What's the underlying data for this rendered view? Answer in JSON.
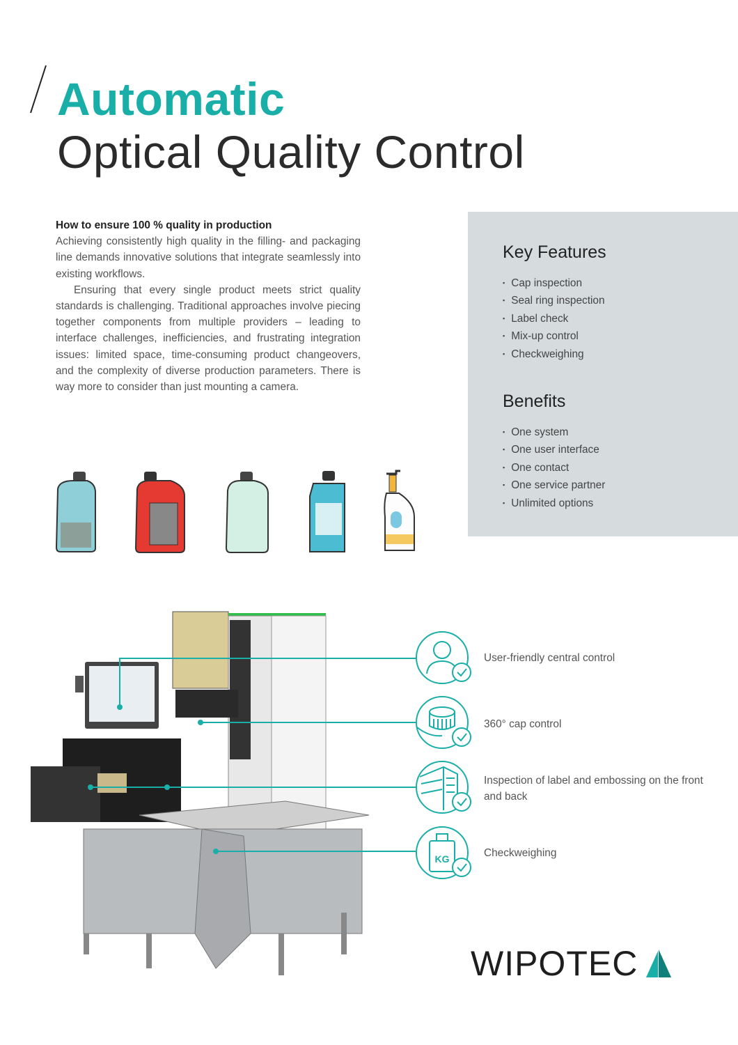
{
  "header": {
    "title_line1": "Automatic",
    "title_line2": "Optical Quality Control"
  },
  "intro": {
    "heading": "How to ensure 100 % quality in production",
    "para1": "Achieving consistently high quality in the filling- and packaging line demands innovative solutions that integrate seamlessly into existing workflows.",
    "para2": "Ensuring that every single product meets strict quality standards is challenging. Traditional approaches involve piecing together components from multiple providers – leading to interface challenges, inefficiencies, and frustrating integration issues: limited space, time-consuming product changeovers, and the complexity of diverse production parameters. There is way more to consider than just mounting a camera."
  },
  "key_features": {
    "title": "Key Features",
    "items": [
      "Cap inspection",
      "Seal ring inspection",
      "Label check",
      "Mix-up control",
      "Checkweighing"
    ]
  },
  "benefits": {
    "title": "Benefits",
    "items": [
      "One system",
      "One user interface",
      "One contact",
      "One service partner",
      "Unlimited options"
    ]
  },
  "features": [
    {
      "icon": "user-check-icon",
      "label": "User-friendly central control"
    },
    {
      "icon": "cap-check-icon",
      "label": "360° cap control"
    },
    {
      "icon": "label-check-icon",
      "label": "Inspection of label and embossing on the front and back"
    },
    {
      "icon": "weight-check-icon",
      "label": "Checkweighing",
      "kg": "KG"
    }
  ],
  "logo": {
    "text": "WIPOTEC"
  },
  "colors": {
    "accent": "#1aaea8",
    "panel": "#d6dbde"
  }
}
